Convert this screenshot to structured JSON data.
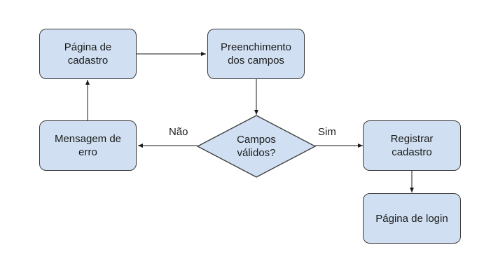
{
  "nodes": {
    "pagina_cadastro": {
      "line1": "Página de",
      "line2": "cadastro"
    },
    "preenchimento": {
      "line1": "Preenchimento",
      "line2": "dos campos"
    },
    "mensagem_erro": {
      "line1": "Mensagem de",
      "line2": "erro"
    },
    "campos_validos": {
      "line1": "Campos",
      "line2": "válidos?"
    },
    "registrar": {
      "line1": "Registrar",
      "line2": "cadastro"
    },
    "pagina_login": {
      "line1": "Página de login"
    }
  },
  "edges": {
    "nao_label": "Não",
    "sim_label": "Sim"
  },
  "colors": {
    "node_fill": "#d0e0f2",
    "stroke": "#3a3a3a"
  }
}
